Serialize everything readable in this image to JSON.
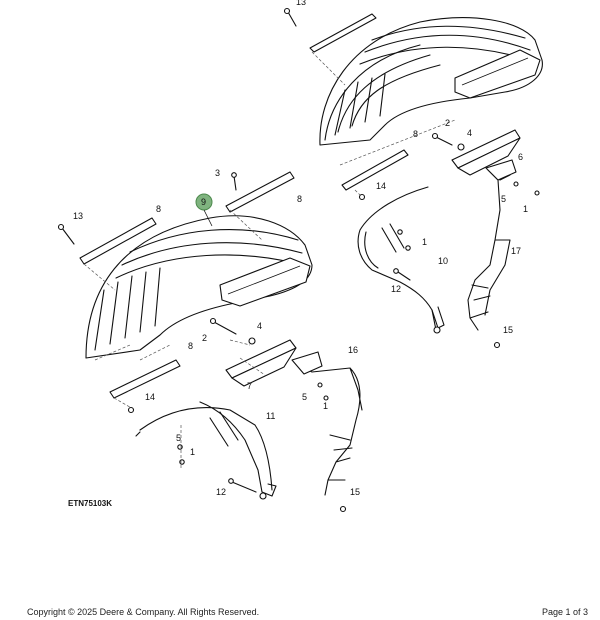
{
  "diagram": {
    "figure_code": "ETN75103K",
    "highlighted_callout": "9",
    "callouts": [
      "13",
      "8",
      "2",
      "4",
      "6",
      "8",
      "3",
      "14",
      "5",
      "1",
      "17",
      "13",
      "8",
      "9",
      "1",
      "10",
      "12",
      "15",
      "4",
      "2",
      "8",
      "16",
      "7",
      "5",
      "14",
      "1",
      "11",
      "5",
      "1",
      "12",
      "15"
    ],
    "colors": {
      "line": "#111111",
      "highlight_fill": "#7fb37f",
      "highlight_stroke": "#4d8a4d"
    }
  },
  "footer": {
    "copyright": "Copyright © 2025 Deere & Company. All Rights Reserved.",
    "page_indicator": "Page 1 of 3"
  }
}
